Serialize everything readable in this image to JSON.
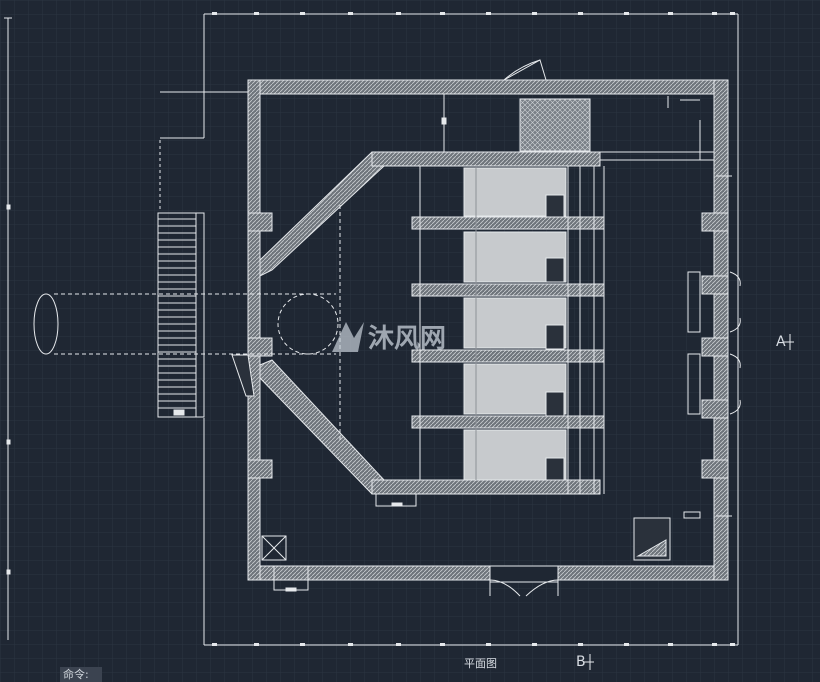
{
  "drawing": {
    "plan_title": "平面图",
    "section_a": "A",
    "section_b": "B",
    "watermark_text": "沐风网"
  },
  "command_line": {
    "prompt": "命令:"
  },
  "colors": {
    "background": "#1f2733",
    "grid": "#2b3442",
    "line": "#e6e9ec",
    "hatch": "#9aa0a6"
  }
}
